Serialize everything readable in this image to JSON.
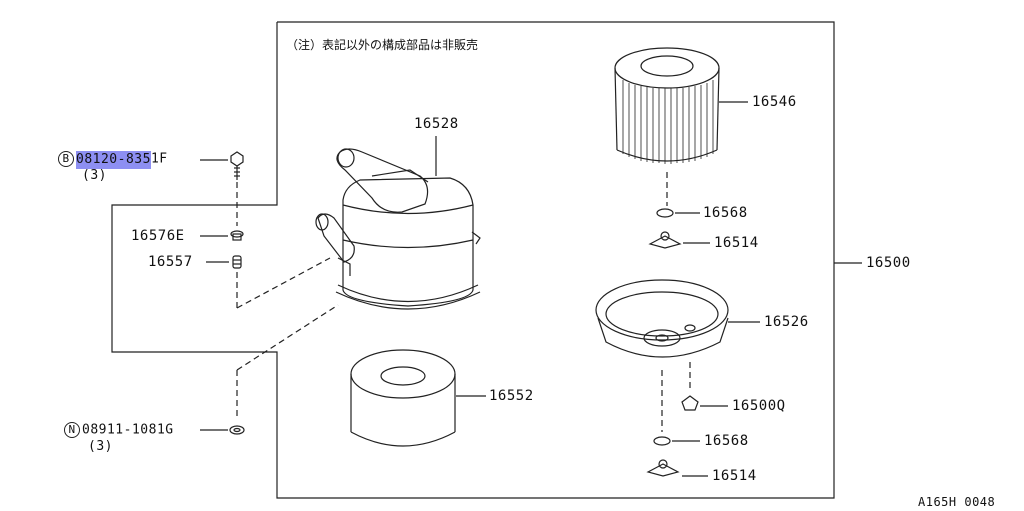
{
  "note": "（注）表記以外の構成部品は非販売",
  "diagram_id": "A165H 0048",
  "parts": {
    "bolt": {
      "prefix": "B",
      "number": "08120-835",
      "suffix": "1F",
      "qty": "(3)"
    },
    "nut": {
      "prefix": "N",
      "number": "08911-1081G",
      "qty": "(3)"
    },
    "p16576E": "16576E",
    "p16557": "16557",
    "p16528": "16528",
    "p16546": "16546",
    "p16568a": "16568",
    "p16514a": "16514",
    "p16500": "16500",
    "p16526": "16526",
    "p16552": "16552",
    "p16500Q": "16500Q",
    "p16568b": "16568",
    "p16514b": "16514"
  },
  "colors": {
    "highlight": "#8d8ff2",
    "line": "#222222"
  }
}
